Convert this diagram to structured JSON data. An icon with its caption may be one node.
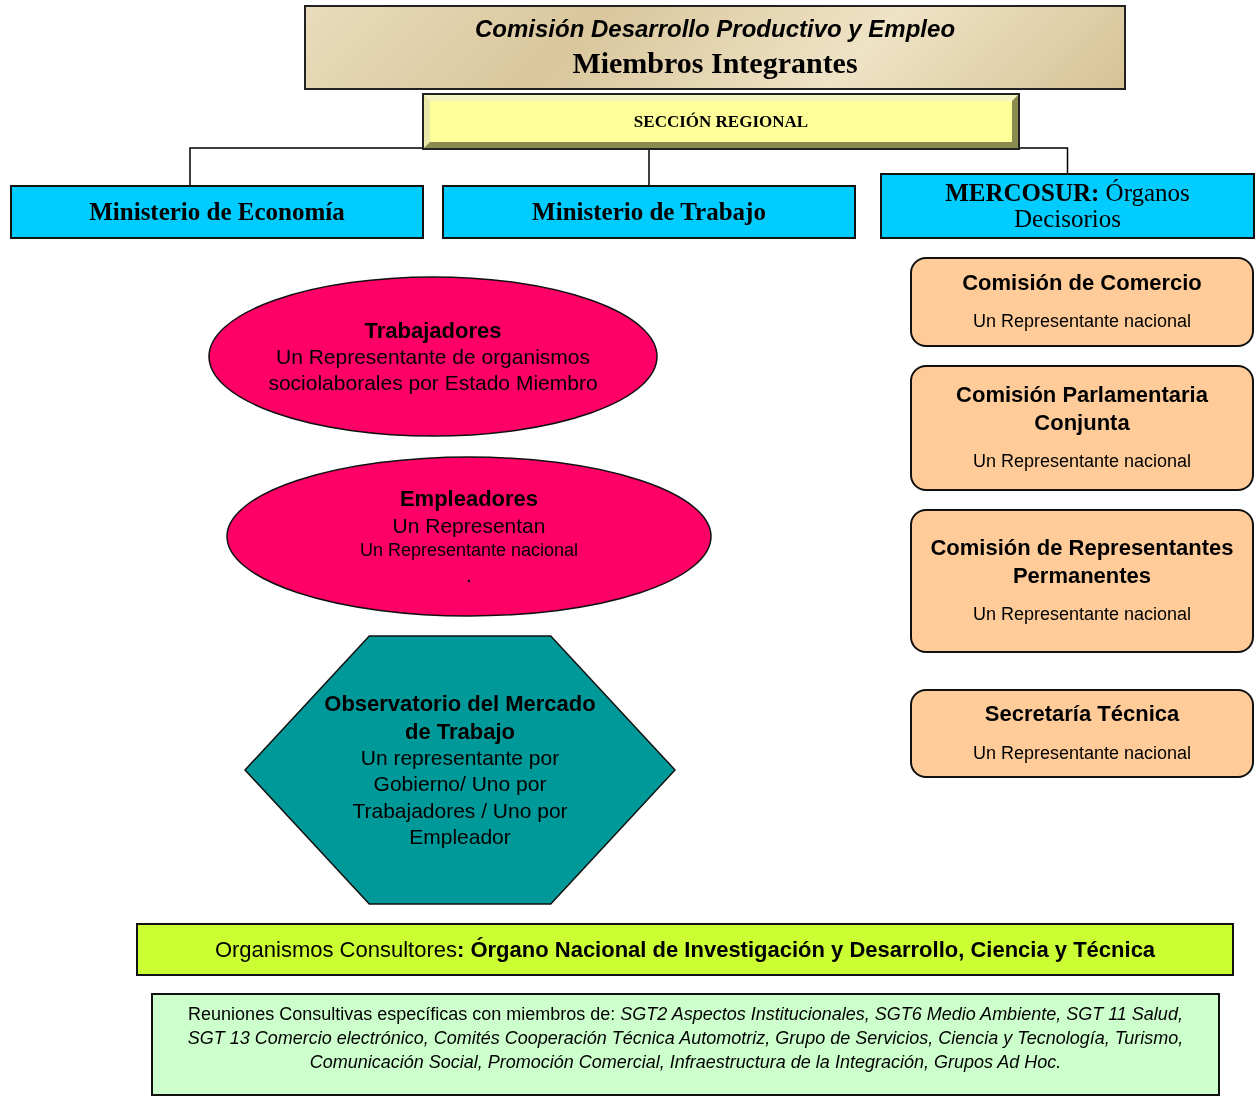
{
  "diagram": {
    "nodes": [
      {
        "text": [
          "Comisión Desarrollo Productivo y Empleo",
          "Miembros Integrantes"
        ]
      },
      {
        "text": [
          "SECCIÓN REGIONAL"
        ]
      },
      {
        "text": [
          "Ministerio de Economía"
        ]
      },
      {
        "text": [
          "Ministerio de Trabajo"
        ]
      },
      {
        "text": [
          "**MERCOSUR:** Órganos Decisorios"
        ]
      },
      {
        "text": [
          "Comisión de Comercio",
          "Un Representante nacional"
        ]
      },
      {
        "text": [
          "Comisión Parlamentaria Conjunta",
          "Un Representante nacional"
        ]
      },
      {
        "text": [
          "Comisión de Representantes Permanentes",
          "Un Representante nacional"
        ]
      },
      {
        "text": [
          "Secretaría Técnica",
          "Un Representante nacional"
        ]
      },
      {
        "text": [
          "Trabajadores",
          "Un Representante de organismos sociolaborales por Estado Miembro"
        ]
      },
      {
        "text": [
          "Empleadores",
          "Un Representan",
          "Un Representante nacional",
          "."
        ]
      },
      {
        "text": [
          "Observatorio del Mercado de Trabajo",
          "Un representante por Gobierno/ Uno por Trabajadores / Uno por Empleador"
        ]
      },
      {
        "text": [
          "Organismos Consultores**: Órgano Nacional de Investigación y Desarrollo, Ciencia y Técnica**"
        ]
      },
      {
        "text": [
          "Reuniones Consultivas específicas con miembros de: *SGT2 Aspectos Institucionales, SGT6 Medio Ambiente, SGT 11 Salud, SGT 13 Comercio electrónico, Comités Cooperación Técnica Automotriz, Grupo de Servicios, Ciencia y Tecnología, Turismo, Comunicación Social, Promoción Comercial, Infraestructura de la Integración, Grupos Ad Hoc.*"
        ]
      }
    ],
    "edges": [
      {
        "from": 1,
        "to": 2,
        "arrow": "none"
      },
      {
        "from": 1,
        "to": 3,
        "arrow": "none"
      },
      {
        "from": 1,
        "to": 4,
        "arrow": "none"
      }
    ]
  }
}
